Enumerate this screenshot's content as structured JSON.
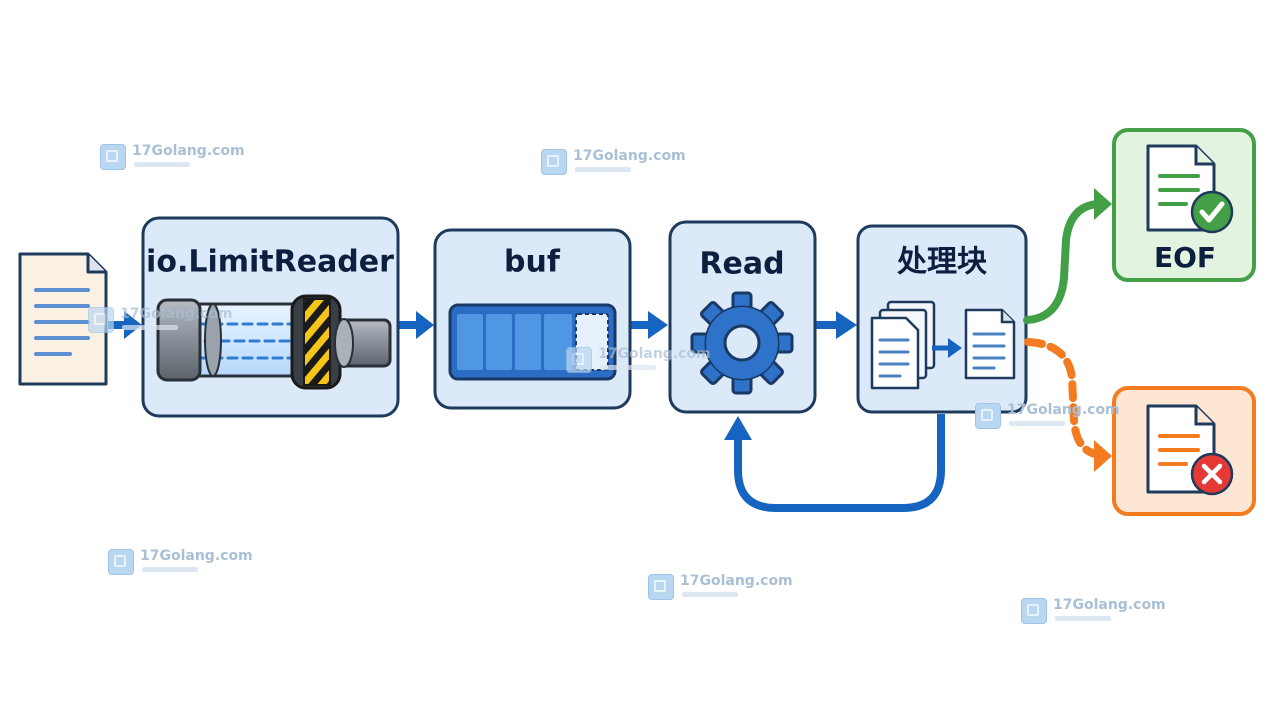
{
  "nodes": {
    "limit_reader": {
      "title": "io.LimitReader"
    },
    "buf": {
      "title": "buf"
    },
    "read": {
      "title": "Read"
    },
    "process": {
      "title": "处理块"
    },
    "eof": {
      "title": "EOF"
    }
  },
  "watermark": {
    "text": "17Golang.com"
  },
  "colors": {
    "node_fill": "#dbe9f8",
    "node_stroke": "#1e3a5c",
    "arrow_blue": "#1565c0",
    "success_green": "#4caf50",
    "error_orange": "#f47b20",
    "hazard_yellow": "#f5c518"
  },
  "icons": {
    "input": "document-icon",
    "limit_reader": "pipe-limiter-icon",
    "buf": "buffer-bar-icon",
    "read": "gear-icon",
    "process": "document-stack-icon",
    "eof": "document-check-icon",
    "error": "document-error-icon"
  }
}
